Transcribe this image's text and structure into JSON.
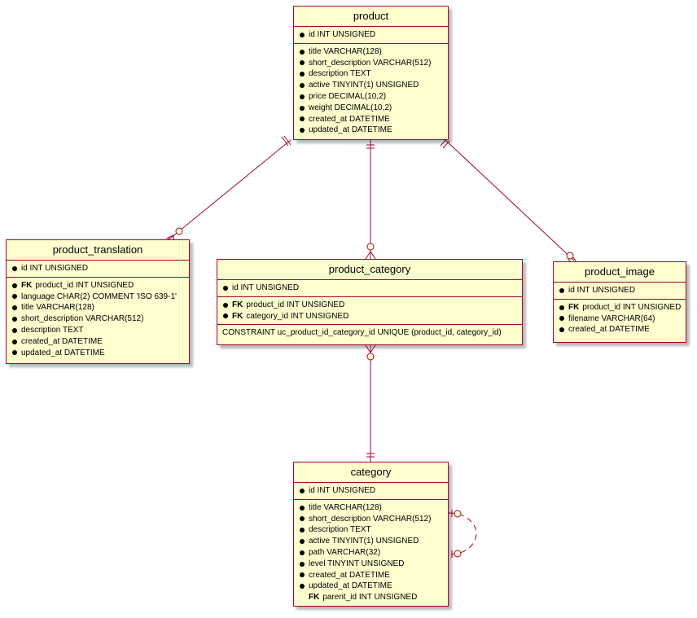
{
  "entities": {
    "product": {
      "title": "product",
      "pk": [
        "id INT UNSIGNED"
      ],
      "fields": [
        "title VARCHAR(128)",
        "short_description VARCHAR(512)",
        "description TEXT",
        "active  TINYINT(1) UNSIGNED",
        "price DECIMAL(10,2)",
        "weight DECIMAL(10,2)",
        "created_at DATETIME",
        "updated_at DATETIME"
      ]
    },
    "product_translation": {
      "title": "product_translation",
      "pk": [
        "id INT UNSIGNED"
      ],
      "fk_label": "FK",
      "fk_fields": [
        "product_id INT UNSIGNED"
      ],
      "fields": [
        "language CHAR(2) COMMENT 'ISO 639-1'",
        "title VARCHAR(128)",
        "short_description VARCHAR(512)",
        "description TEXT",
        "created_at DATETIME",
        "updated_at DATETIME"
      ]
    },
    "product_category": {
      "title": "product_category",
      "pk": [
        "id INT UNSIGNED"
      ],
      "fk_label": "FK",
      "fk_fields": [
        "product_id INT UNSIGNED",
        "category_id INT UNSIGNED"
      ],
      "constraint": "CONSTRAINT uc_product_id_category_id UNIQUE (product_id, category_id)"
    },
    "product_image": {
      "title": "product_image",
      "pk": [
        "id INT UNSIGNED"
      ],
      "fk_label": "FK",
      "fk_fields": [
        "product_id INT UNSIGNED"
      ],
      "fields": [
        "filename VARCHAR(64)",
        "created_at DATETIME"
      ]
    },
    "category": {
      "title": "category",
      "pk": [
        "id INT UNSIGNED"
      ],
      "fields": [
        "title VARCHAR(128)",
        "short_description VARCHAR(512)",
        "description TEXT",
        "active  TINYINT(1) UNSIGNED",
        "path VARCHAR(32)",
        "level TINYINT UNSIGNED",
        "created_at DATETIME",
        "updated_at DATETIME"
      ],
      "fk_label": "FK",
      "fk_plain": "parent_id INT UNSIGNED"
    }
  },
  "relationships": [
    {
      "from": "product",
      "to": "product_translation",
      "from_card": "exactly-one",
      "to_card": "zero-or-many"
    },
    {
      "from": "product",
      "to": "product_category",
      "from_card": "exactly-one",
      "to_card": "zero-or-many"
    },
    {
      "from": "product",
      "to": "product_image",
      "from_card": "exactly-one",
      "to_card": "zero-or-many"
    },
    {
      "from": "product_category",
      "to": "category",
      "from_card": "zero-or-many",
      "to_card": "exactly-one"
    },
    {
      "from": "category",
      "to": "category",
      "from_card": "zero-or-one",
      "to_card": "zero-or-one",
      "style": "dashed"
    }
  ],
  "colors": {
    "entity_fill": "#fefece",
    "border": "#a80036",
    "line": "#a80036"
  }
}
